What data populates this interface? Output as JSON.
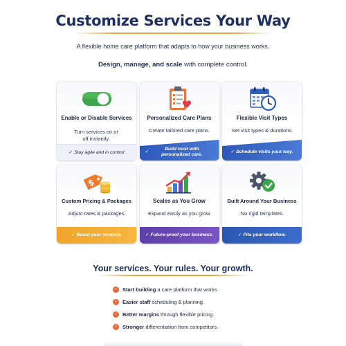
{
  "header": {
    "title": "Customize Services Your Way",
    "subtitle": "A flexible home care platform that adapts to how your business works.",
    "tagline_bold": "Design, manage, and scale",
    "tagline_rest": " with complete control."
  },
  "cards": [
    {
      "icon": "toggle-switch-icon",
      "title": "Enable or Disable Services",
      "desc": "Turn services on or off instantly.",
      "banner": "Stay agile and in control"
    },
    {
      "icon": "clipboard-heart-icon",
      "title": "Personalized Care Plans",
      "desc": "Create tailored care plans.",
      "banner": "Build trust with personalized care."
    },
    {
      "icon": "calendar-clock-icon",
      "title": "Flexible Visit Types",
      "desc": "Set visit types & durations.",
      "banner": "Schedule visits your way."
    },
    {
      "icon": "price-tag-coins-icon",
      "title": "Custom Pricing & Packages",
      "desc": "Adjust rates & packages.",
      "banner": "Boost your revenue."
    },
    {
      "icon": "growth-chart-icon",
      "title": "Scales as You Grow",
      "desc": "Expand easily as you grow.",
      "banner": "Future-proof your business."
    },
    {
      "icon": "gear-check-icon",
      "title": "Built Around Your Business",
      "desc": "No rigid templates.",
      "banner": "Fits your workflow."
    }
  ],
  "footer": {
    "title": "Your services. Your rules. Your growth.",
    "bullets": [
      {
        "bold": "Start building",
        "rest": " a care platform that works"
      },
      {
        "bold": "Easier staff",
        "rest": " scheduling & planning."
      },
      {
        "bold": "Better margins",
        "rest": " through flexible pricing."
      },
      {
        "bold": "Stronger",
        "rest": " differentiation from competitors."
      }
    ]
  },
  "colors": {
    "title": "#1c2f5e",
    "accent_orange": "#e8a03c",
    "check": "#e8653a",
    "toggle_green": "#3aa84a",
    "banner_blue": "#2d58b8",
    "banner_orange": "#f0a42a",
    "banner_purple": "#5c3ea8"
  }
}
